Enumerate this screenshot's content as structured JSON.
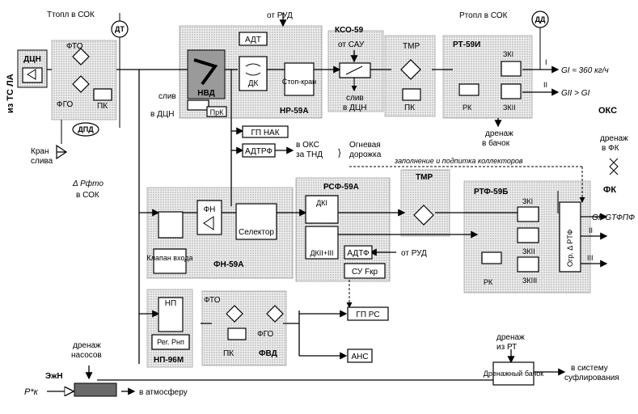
{
  "signals": {
    "t_fuel_to_sok": "Tтопл в СОК",
    "p_fuel_to_sok": "Pтопл в СОК",
    "from_rud_top": "от РУД",
    "from_rud_mid": "от РУД",
    "from_sau": "от САУ",
    "gi": "GI ≈ 360 кг/ч",
    "gii": "GII > GI",
    "gi_gt": "GI=GТФПФ",
    "drain_dcn_top": "слив",
    "drain_dcn_top2": "в ДЦН",
    "drain_dcn_mid": "слив",
    "drain_dcn_mid2": "в ДЦН",
    "drain_tank": "дренаж",
    "drain_tank2": "в бачок",
    "from_ts_la": "из ТС ЛА",
    "drain_valve": "Кран",
    "drain_valve2": "слива",
    "dp_fto": "Δ Pфто",
    "dp_fto2": "в СОК",
    "to_oks": "в ОКС",
    "to_tnd": "за ТНД",
    "fire_track": "Огневая",
    "fire_track2": "дорожка",
    "fill_text": "заполнение и подпитка коллекторов",
    "pump_drain": "дренаж",
    "pump_drain2": "насосов",
    "from_rt_drain": "дренаж",
    "from_rt_drain2": "из РТ",
    "to_suflir": "в систему",
    "to_suflir2": "суфлирования",
    "to_atm": "в атмосферу",
    "pk": "P*к",
    "oks": "ОКС",
    "oks_drain": "дренаж",
    "oks_drain2": "в ФК",
    "fk": "ФК",
    "roman_i": "I",
    "roman_ii": "II",
    "roman_iii": "III"
  },
  "units": {
    "dcn": "ДЦН",
    "dt_top": "ДТ",
    "dd": "ДД",
    "fto": "ФТО",
    "fgo": "ФГО",
    "pk_left": "ПК",
    "dpd": "ДПД",
    "nvd": "НВД",
    "adt": "АДТ",
    "dk_nr": "ДК",
    "stop_valve": "Стоп-кран",
    "nr59a": "НР-59А",
    "prk": "ПрК",
    "kso59": "КСО-59",
    "tmr_top": "ТМР",
    "pk_top": "ПК",
    "rt59i": "РТ-59И",
    "zk1": "ЗКI",
    "zk2": "ЗКII",
    "rk_top": "РК",
    "gp_nak": "ГП НАК",
    "adtrf": "АДТРФ",
    "fn": "ФН",
    "selector": "Селектор",
    "inlet_valve": "Клапан входа",
    "fn59a": "ФН-59А",
    "rsf59a": "РСФ-59А",
    "dk1": "ДКI",
    "dk23": "ДКII+III",
    "adtf": "АДТФ",
    "su_fkr": "СУ Fкр",
    "tmr_mid": "ТМР",
    "rtf59b": "РТФ-59Б",
    "zk1b": "ЗКI",
    "zk2b": "ЗКII",
    "zk3b": "ЗКIII",
    "rk_mid": "РК",
    "ogr_dp": "Огр. Δ PТФ",
    "np": "НП",
    "reg_pnp": "Рег. Pнп",
    "np96m": "НП-96М",
    "fto_b": "ФТО",
    "fgo_b": "ФГО",
    "pk_b": "ПК",
    "fvd": "ФВД",
    "gp_rs": "ГП РС",
    "ans": "АНС",
    "ezhn": "ЭжН",
    "drain_tank_box": "Дренажный бачок"
  }
}
